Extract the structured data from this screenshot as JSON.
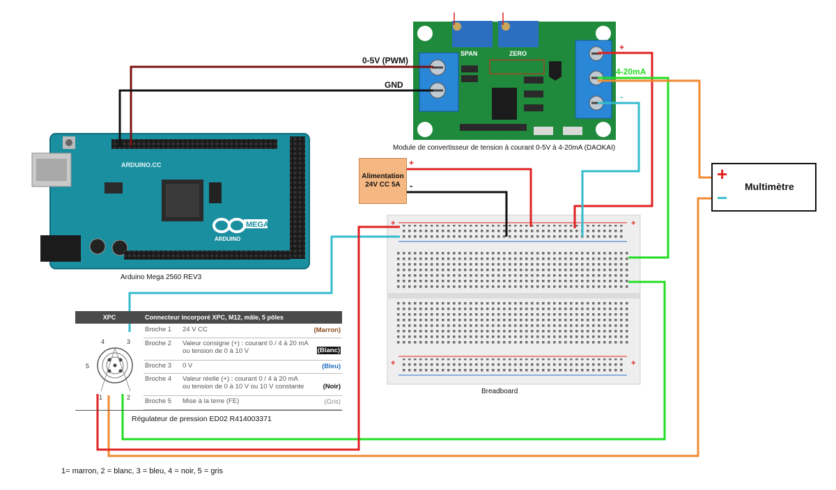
{
  "arduino": {
    "caption": "Arduino Mega 2560 REV3",
    "brand_text": "ARDUINO.CC",
    "logo_text": "ARDUINO",
    "model_text": "MEGA"
  },
  "module": {
    "caption": "Module de convertisseur de tension à courant 0-5V à 4-20mA (DAOKAI)",
    "span_label": "SPAN",
    "zero_label": "ZERO"
  },
  "wires": {
    "pwm_label": "0-5V (PWM)",
    "gnd_label": "GND",
    "current_label": "4-20mA",
    "plus_sign": "+",
    "minus_sign": "-"
  },
  "power_supply": {
    "line1": "Alimentation",
    "line2": "24V CC 5A",
    "plus": "+",
    "minus": "-"
  },
  "multimeter": {
    "label": "Multimètre",
    "plus": "+",
    "minus": "−"
  },
  "breadboard": {
    "caption": "Breadboard"
  },
  "xpc": {
    "header_col1": "XPC",
    "header_col2": "Connecteur incorporé XPC, M12, mâle, 5 pôles",
    "rows": [
      {
        "pin": "Broche 1",
        "desc1": "24 V CC",
        "desc2": "",
        "color": "(Marron)"
      },
      {
        "pin": "Broche 2",
        "desc1": "Valeur consigne (+) : courant 0 / 4 à 20 mA",
        "desc2": "ou tension de 0 à 10 V",
        "color": "(Blanc)"
      },
      {
        "pin": "Broche 3",
        "desc1": "0 V",
        "desc2": "",
        "color": "(Bleu)"
      },
      {
        "pin": "Broche 4",
        "desc1": "Valeur réelle (+) : courant 0 / 4 à 20 mA",
        "desc2": "ou tension de 0 à 10 V ou 10 V constante",
        "color": "(Noir)"
      },
      {
        "pin": "Broche 5",
        "desc1": "Mise à la terre (FE)",
        "desc2": "",
        "color": "(Gris)"
      }
    ],
    "connector_pins": [
      "1",
      "2",
      "3",
      "4",
      "5"
    ],
    "caption": "Régulateur de pression ED02 R414003371"
  },
  "legend": "1= marron, 2 = blanc, 3 = bleu, 4 = noir, 5 = gris",
  "colors": {
    "pwm_wire": "#7a1010",
    "gnd_wire": "#111111",
    "red_wire": "#e02020",
    "green_wire": "#22dd22",
    "cyan_wire": "#33bbcc",
    "orange_wire": "#f08a30",
    "arduino_board": "#1a8fa0",
    "module_board": "#1f8a3c"
  }
}
